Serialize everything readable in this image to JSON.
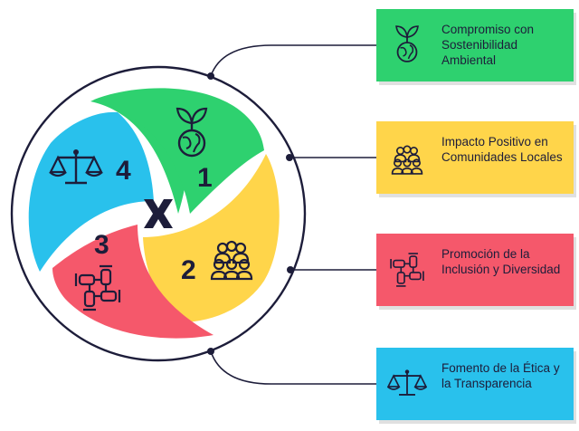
{
  "center_logo": "x-logo",
  "colors": {
    "green": "#2ed16f",
    "yellow": "#ffd54a",
    "pink": "#f5586b",
    "blue": "#29c1ec",
    "ink": "#1d1d3a"
  },
  "segments": [
    {
      "number": "1",
      "icon": "leaf-globe-icon",
      "color": "#2ed16f"
    },
    {
      "number": "2",
      "icon": "community-group-icon",
      "color": "#ffd54a"
    },
    {
      "number": "3",
      "icon": "joined-hands-icon",
      "color": "#f5586b"
    },
    {
      "number": "4",
      "icon": "balance-scale-icon",
      "color": "#29c1ec"
    }
  ],
  "cards": [
    {
      "text": "Compromiso con Sostenibilidad Ambiental",
      "icon": "leaf-globe-icon",
      "color": "#2ed16f"
    },
    {
      "text": "Impacto Positivo en Comunidades Locales",
      "icon": "community-group-icon",
      "color": "#ffd54a"
    },
    {
      "text": "Promoción de la Inclusión y Diversidad",
      "icon": "joined-hands-icon",
      "color": "#f5586b"
    },
    {
      "text": "Fomento de la Ética y la Transparencia",
      "icon": "balance-scale-icon",
      "color": "#29c1ec"
    }
  ]
}
